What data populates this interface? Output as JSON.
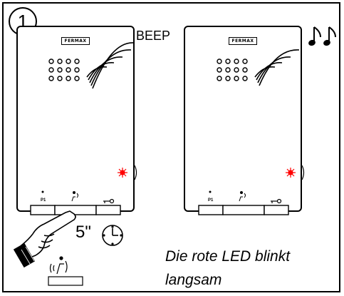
{
  "step_number": "1",
  "device_left": {
    "logo": "FERMAX",
    "label_p1": "P1"
  },
  "device_right": {
    "logo": "FERMAX",
    "label_p1": "P1"
  },
  "sound_label": "BEEP",
  "press_duration": "5\"",
  "caption": "Die rote LED blinkt langsam",
  "led_color": "#ff0000",
  "icons": [
    "speaker-grille-icon",
    "sound-wave-icon",
    "led-icon",
    "p1-button-icon",
    "handset-button-icon",
    "door-key-icon",
    "music-notes-icon",
    "hand-pressing-icon",
    "clock-icon",
    "speaking-person-icon"
  ]
}
